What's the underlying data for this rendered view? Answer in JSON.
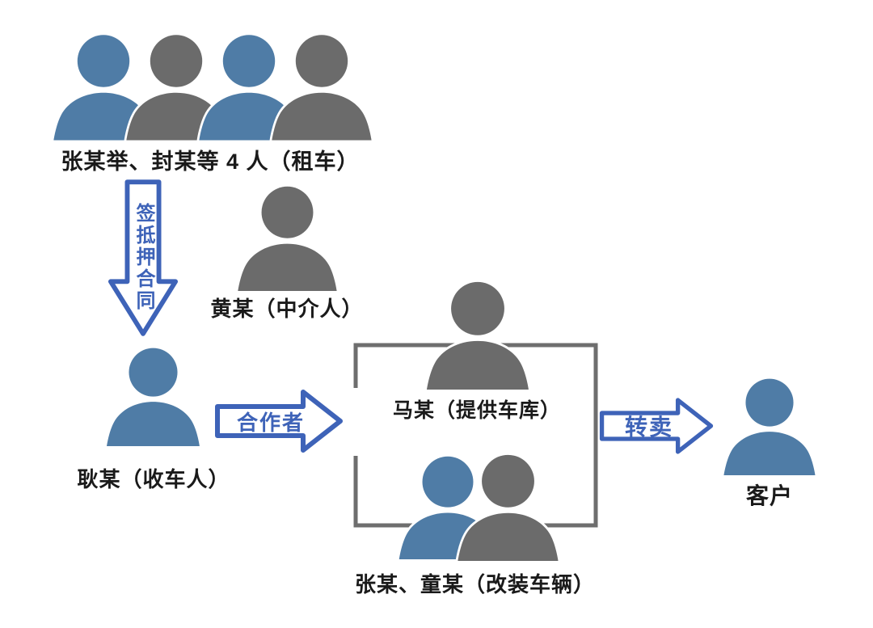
{
  "colors": {
    "person_blue": "#4f7ca6",
    "person_gray": "#6b6b6b",
    "arrow_blue": "#3e63b8",
    "box_gray": "#6e6e6e",
    "text_black": "#1a1a1a"
  },
  "nodes": {
    "renters": {
      "label": "张某举、封某等 4 人（租车）"
    },
    "middleman": {
      "label": "黄某（中介人）"
    },
    "collector": {
      "label": "耿某（收车人）"
    },
    "garage": {
      "label": "马某（提供车库）"
    },
    "modifiers": {
      "label": "张某、童某（改装车辆）"
    },
    "customer": {
      "label": "客户"
    }
  },
  "arrows": {
    "contract": {
      "label": "签抵押合同"
    },
    "collaborator": {
      "label": "合作者"
    },
    "resell": {
      "label": "转卖"
    }
  }
}
